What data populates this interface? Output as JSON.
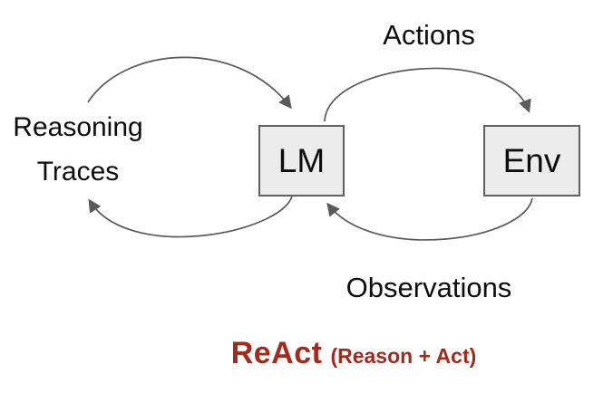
{
  "diagram": {
    "kind": "flow-diagram",
    "nodes": {
      "lm": {
        "label": "LM"
      },
      "env": {
        "label": "Env"
      }
    },
    "labels": {
      "reasoning_line1": "Reasoning",
      "reasoning_line2": "Traces",
      "actions": "Actions",
      "observations": "Observations"
    },
    "edges": [
      {
        "name": "reasoning-traces-loop-out",
        "from": "lm",
        "to": "reasoning-traces",
        "arrowhead": "up-left"
      },
      {
        "name": "reasoning-traces-loop-in",
        "from": "reasoning-traces",
        "to": "lm",
        "arrowhead": "down-right"
      },
      {
        "name": "actions",
        "from": "lm",
        "to": "env",
        "label": "Actions",
        "arrowhead": "down"
      },
      {
        "name": "observations",
        "from": "env",
        "to": "lm",
        "label": "Observations",
        "arrowhead": "up-left"
      }
    ],
    "title": {
      "main": "ReAct",
      "sub": "(Reason + Act)"
    },
    "colors": {
      "background": "#ffffff",
      "title_red": "#a32b1e",
      "arrow_gray": "#5a5a5a",
      "box_fill": "#ececec",
      "box_border": "#606060",
      "text_black": "#0d0d0d"
    }
  }
}
